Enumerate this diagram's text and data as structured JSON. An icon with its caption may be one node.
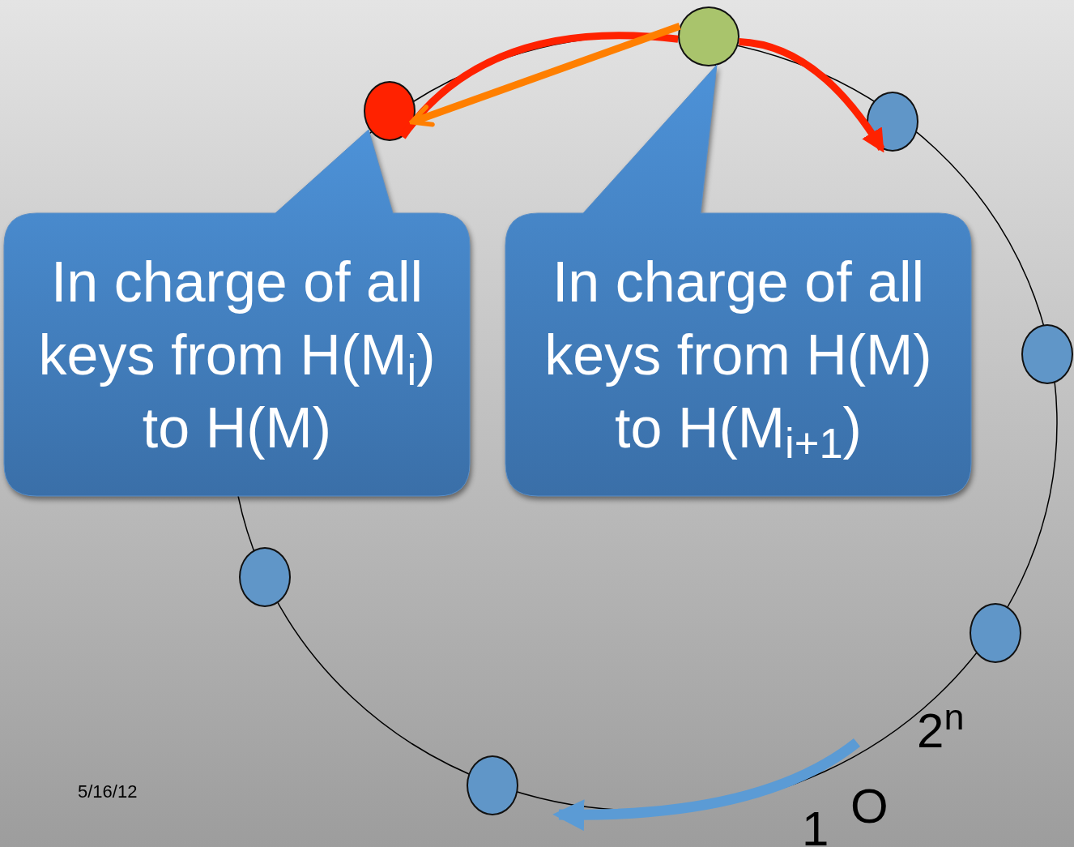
{
  "diagram": {
    "nodes": [
      {
        "text": [],
        "shape": "circle"
      },
      {
        "text": [],
        "shape": "circle"
      },
      {
        "text": [],
        "shape": "circle"
      },
      {
        "text": [],
        "shape": "circle"
      },
      {
        "text": [],
        "shape": "circle"
      },
      {
        "text": [],
        "shape": "circle"
      },
      {
        "text": [],
        "shape": "circle"
      },
      {
        "text": [
          "In charge of all keys from H(M$_{i}$) to H(M)"
        ]
      },
      {
        "text": [
          "In charge of all keys from H(M) to H(M$_{i+1}$)"
        ]
      }
    ],
    "edges": [
      {
        "from": 0,
        "to": 1,
        "arrow": "none",
        "color": "#ff2200"
      },
      {
        "from": 0,
        "to": 2,
        "arrow": "to",
        "color": "#ff2200"
      },
      {
        "from": 0,
        "to": 1,
        "arrow": "to",
        "color": "#ff7f00"
      }
    ],
    "labels": [
      "2$^{n}$",
      "O",
      "1",
      "5/16/12"
    ]
  }
}
